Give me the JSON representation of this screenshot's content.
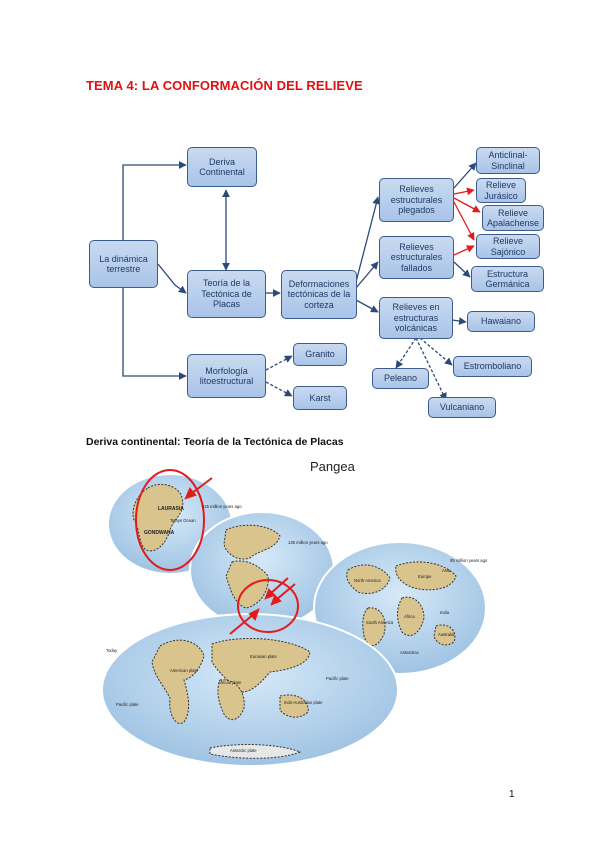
{
  "document": {
    "title": "TEMA 4: LA CONFORMACIÓN DEL RELIEVE",
    "subtitle": "Deriva continental: Teoría de la Tectónica de Placas",
    "page_number": "1"
  },
  "diagram": {
    "nodes": {
      "dinamica": "La dinámica terrestre",
      "deriva": "Deriva Continental",
      "tectonica": "Teoría de la Tectónica de Placas",
      "morfologia": "Morfología litoestructural",
      "deformaciones": "Deformaciones tectónicas de la corteza",
      "plegados": "Relieves estructurales plegados",
      "fallados": "Relieves estructurales fallados",
      "volcanicas": "Relieves en estructuras volcánicas",
      "anticlinal": "Anticlinal- Sinclinal",
      "jurasico": "Relieve Jurásico",
      "apalachense": "Relieve Apalachense",
      "sajonico": "Relieve Sajónico",
      "germanica": "Estructura Germánica",
      "hawaiano": "Hawaiano",
      "estromboliano": "Estromboliano",
      "peleano": "Peleano",
      "vulcaniano": "Vulcaniano",
      "granito": "Granito",
      "karst": "Karst"
    }
  },
  "figure": {
    "pangea_label": "Pangea",
    "labels": {
      "m225": "225 million years ago",
      "m135": "135 million years ago",
      "m65": "65 million years ago",
      "today": "Today",
      "laurasia": "LAURASIA",
      "gondwana": "GONDWANA",
      "tethys": "Tethys Ocean",
      "northamerica": "North America",
      "europe": "Europe",
      "asia": "Asia",
      "africa": "Africa",
      "southamerica": "South America",
      "india": "India",
      "australia": "Australia",
      "antarctica": "Antarctica",
      "eurasian": "Eurasian plate",
      "american": "American plate",
      "african": "African plate",
      "indoaustralian": "Indo-Australian plate",
      "pacific_l": "Pacific plate",
      "pacific_r": "Pacific plate",
      "antarctic": "Antarctic plate"
    },
    "colors": {
      "ocean": "#bcd8ef",
      "land": "#d9c48e",
      "arrow": "#e21b1b"
    }
  }
}
